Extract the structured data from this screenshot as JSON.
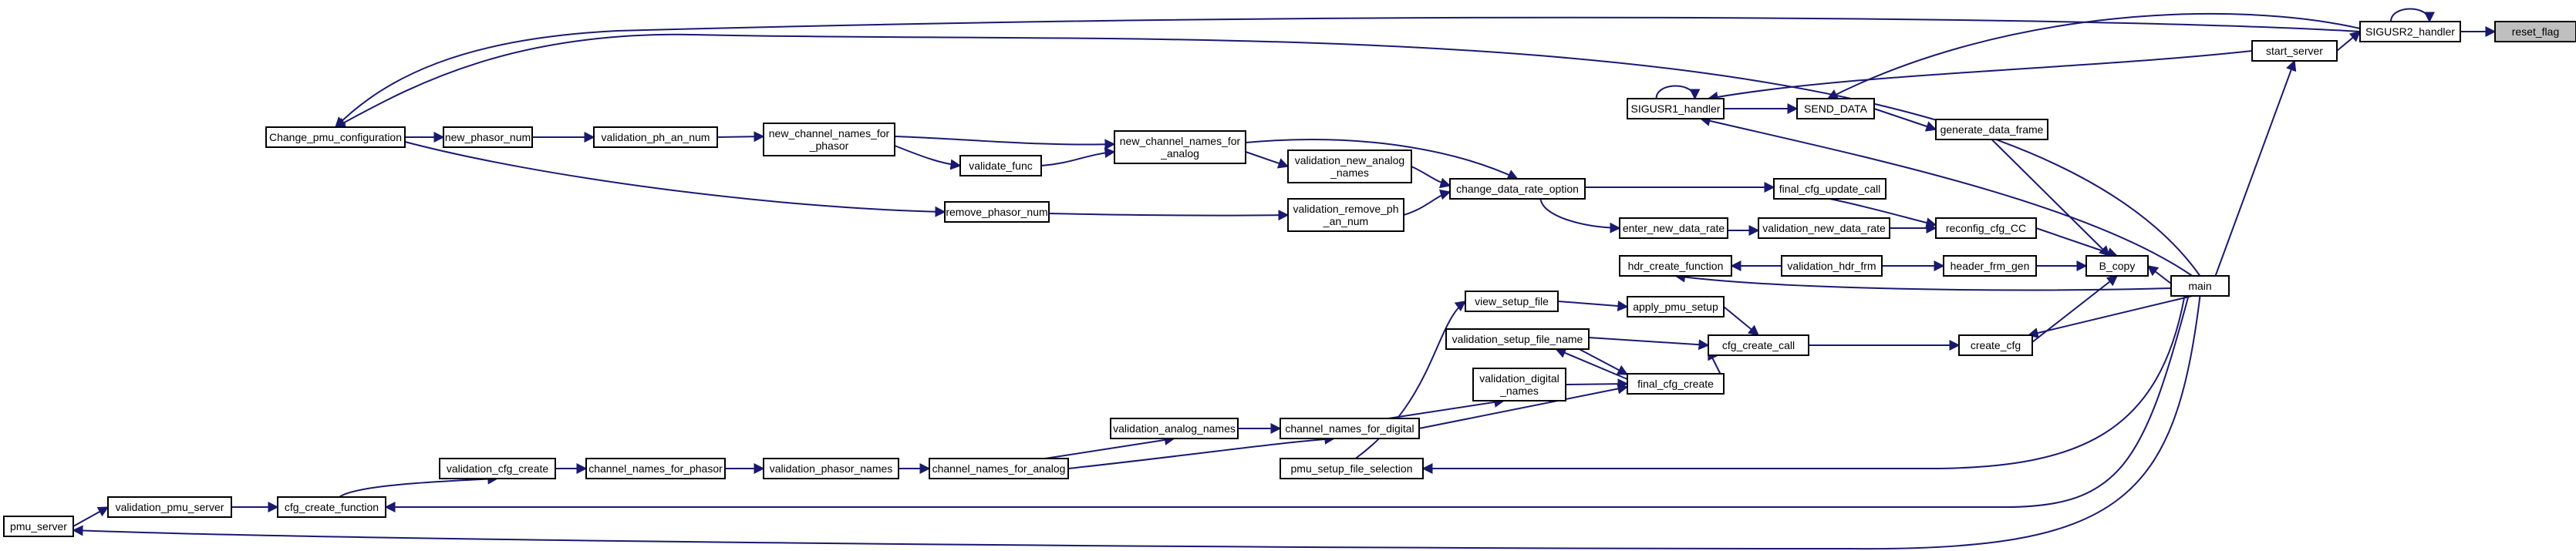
{
  "nodes": {
    "reset_flag": [
      "reset_flag"
    ],
    "sigusr2": [
      "SIGUSR2_handler"
    ],
    "start_server": [
      "start_server"
    ],
    "sigusr1": [
      "SIGUSR1_handler"
    ],
    "send_data": [
      "SEND_DATA"
    ],
    "generate_data_frame": [
      "generate_data_frame"
    ],
    "change_pmu_configuration": [
      "Change_pmu_configuration"
    ],
    "new_phasor_num": [
      "new_phasor_num"
    ],
    "validation_ph_an_num": [
      "validation_ph_an_num"
    ],
    "new_channel_names_for_phasor": [
      "new_channel_names_for",
      "_phasor"
    ],
    "new_channel_names_for_analog": [
      "new_channel_names_for",
      "_analog"
    ],
    "validate_func": [
      "validate_func"
    ],
    "validation_new_analog_names": [
      "validation_new_analog",
      "_names"
    ],
    "change_data_rate_option": [
      "change_data_rate_option"
    ],
    "final_cfg_update_call": [
      "final_cfg_update_call"
    ],
    "remove_phasor_num": [
      "remove_phasor_num"
    ],
    "validation_remove_ph_an_num": [
      "validation_remove_ph",
      "_an_num"
    ],
    "enter_new_data_rate": [
      "enter_new_data_rate"
    ],
    "validation_new_data_rate": [
      "validation_new_data_rate"
    ],
    "reconfig_cfg_cc": [
      "reconfig_cfg_CC"
    ],
    "hdr_create_function": [
      "hdr_create_function"
    ],
    "validation_hdr_frm": [
      "validation_hdr_frm"
    ],
    "header_frm_gen": [
      "header_frm_gen"
    ],
    "b_copy": [
      "B_copy"
    ],
    "main": [
      "main"
    ],
    "view_setup_file": [
      "view_setup_file"
    ],
    "apply_pmu_setup": [
      "apply_pmu_setup"
    ],
    "validation_setup_file_name": [
      "validation_setup_file_name"
    ],
    "cfg_create_call": [
      "cfg_create_call"
    ],
    "create_cfg": [
      "create_cfg"
    ],
    "validation_digital_names": [
      "validation_digital",
      "_names"
    ],
    "final_cfg_create": [
      "final_cfg_create"
    ],
    "validation_analog_names": [
      "validation_analog_names"
    ],
    "channel_names_for_digital": [
      "channel_names_for_digital"
    ],
    "validation_cfg_create": [
      "validation_cfg_create"
    ],
    "channel_names_for_phasor": [
      "channel_names_for_phasor"
    ],
    "validation_phasor_names": [
      "validation_phasor_names"
    ],
    "channel_names_for_analog": [
      "channel_names_for_analog"
    ],
    "pmu_setup_file_selection": [
      "pmu_setup_file_selection"
    ],
    "pmu_server": [
      "pmu_server"
    ],
    "validation_pmu_server": [
      "validation_pmu_server"
    ],
    "cfg_create_function": [
      "cfg_create_function"
    ]
  },
  "colors": {
    "edge": "#191970",
    "node_border": "#000000",
    "root_fill": "#bfbfbf",
    "node_fill": "#ffffff"
  }
}
